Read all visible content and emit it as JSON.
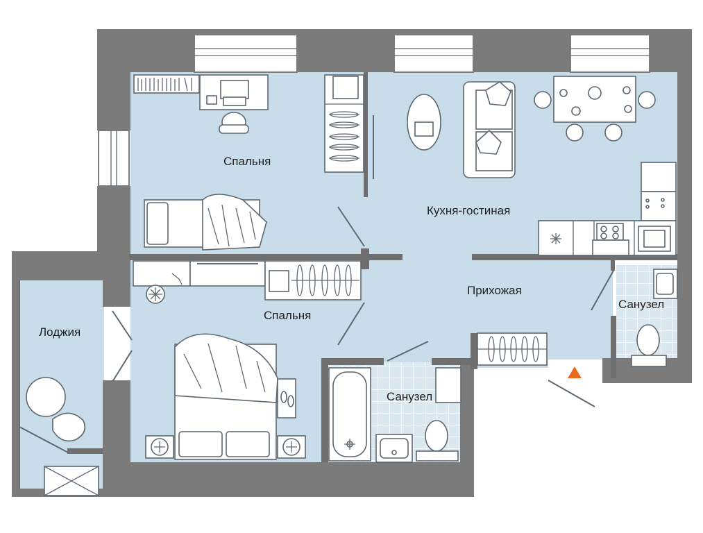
{
  "rooms": {
    "bedroom_top": "Спальня",
    "bedroom_bottom": "Спальня",
    "kitchen_living": "Кухня-гостиная",
    "hallway": "Прихожая",
    "bathroom_left": "Санузел",
    "bathroom_right": "Санузел",
    "loggia": "Лоджия"
  },
  "colors": {
    "wall": "#7b7b7c",
    "floor": "#c8dde9",
    "tile": "#dfe9f0",
    "tile_grid": "#ffffff",
    "entrance_marker": "#ea6a1c"
  },
  "icons": {
    "entrance": "entrance-arrow-icon"
  }
}
